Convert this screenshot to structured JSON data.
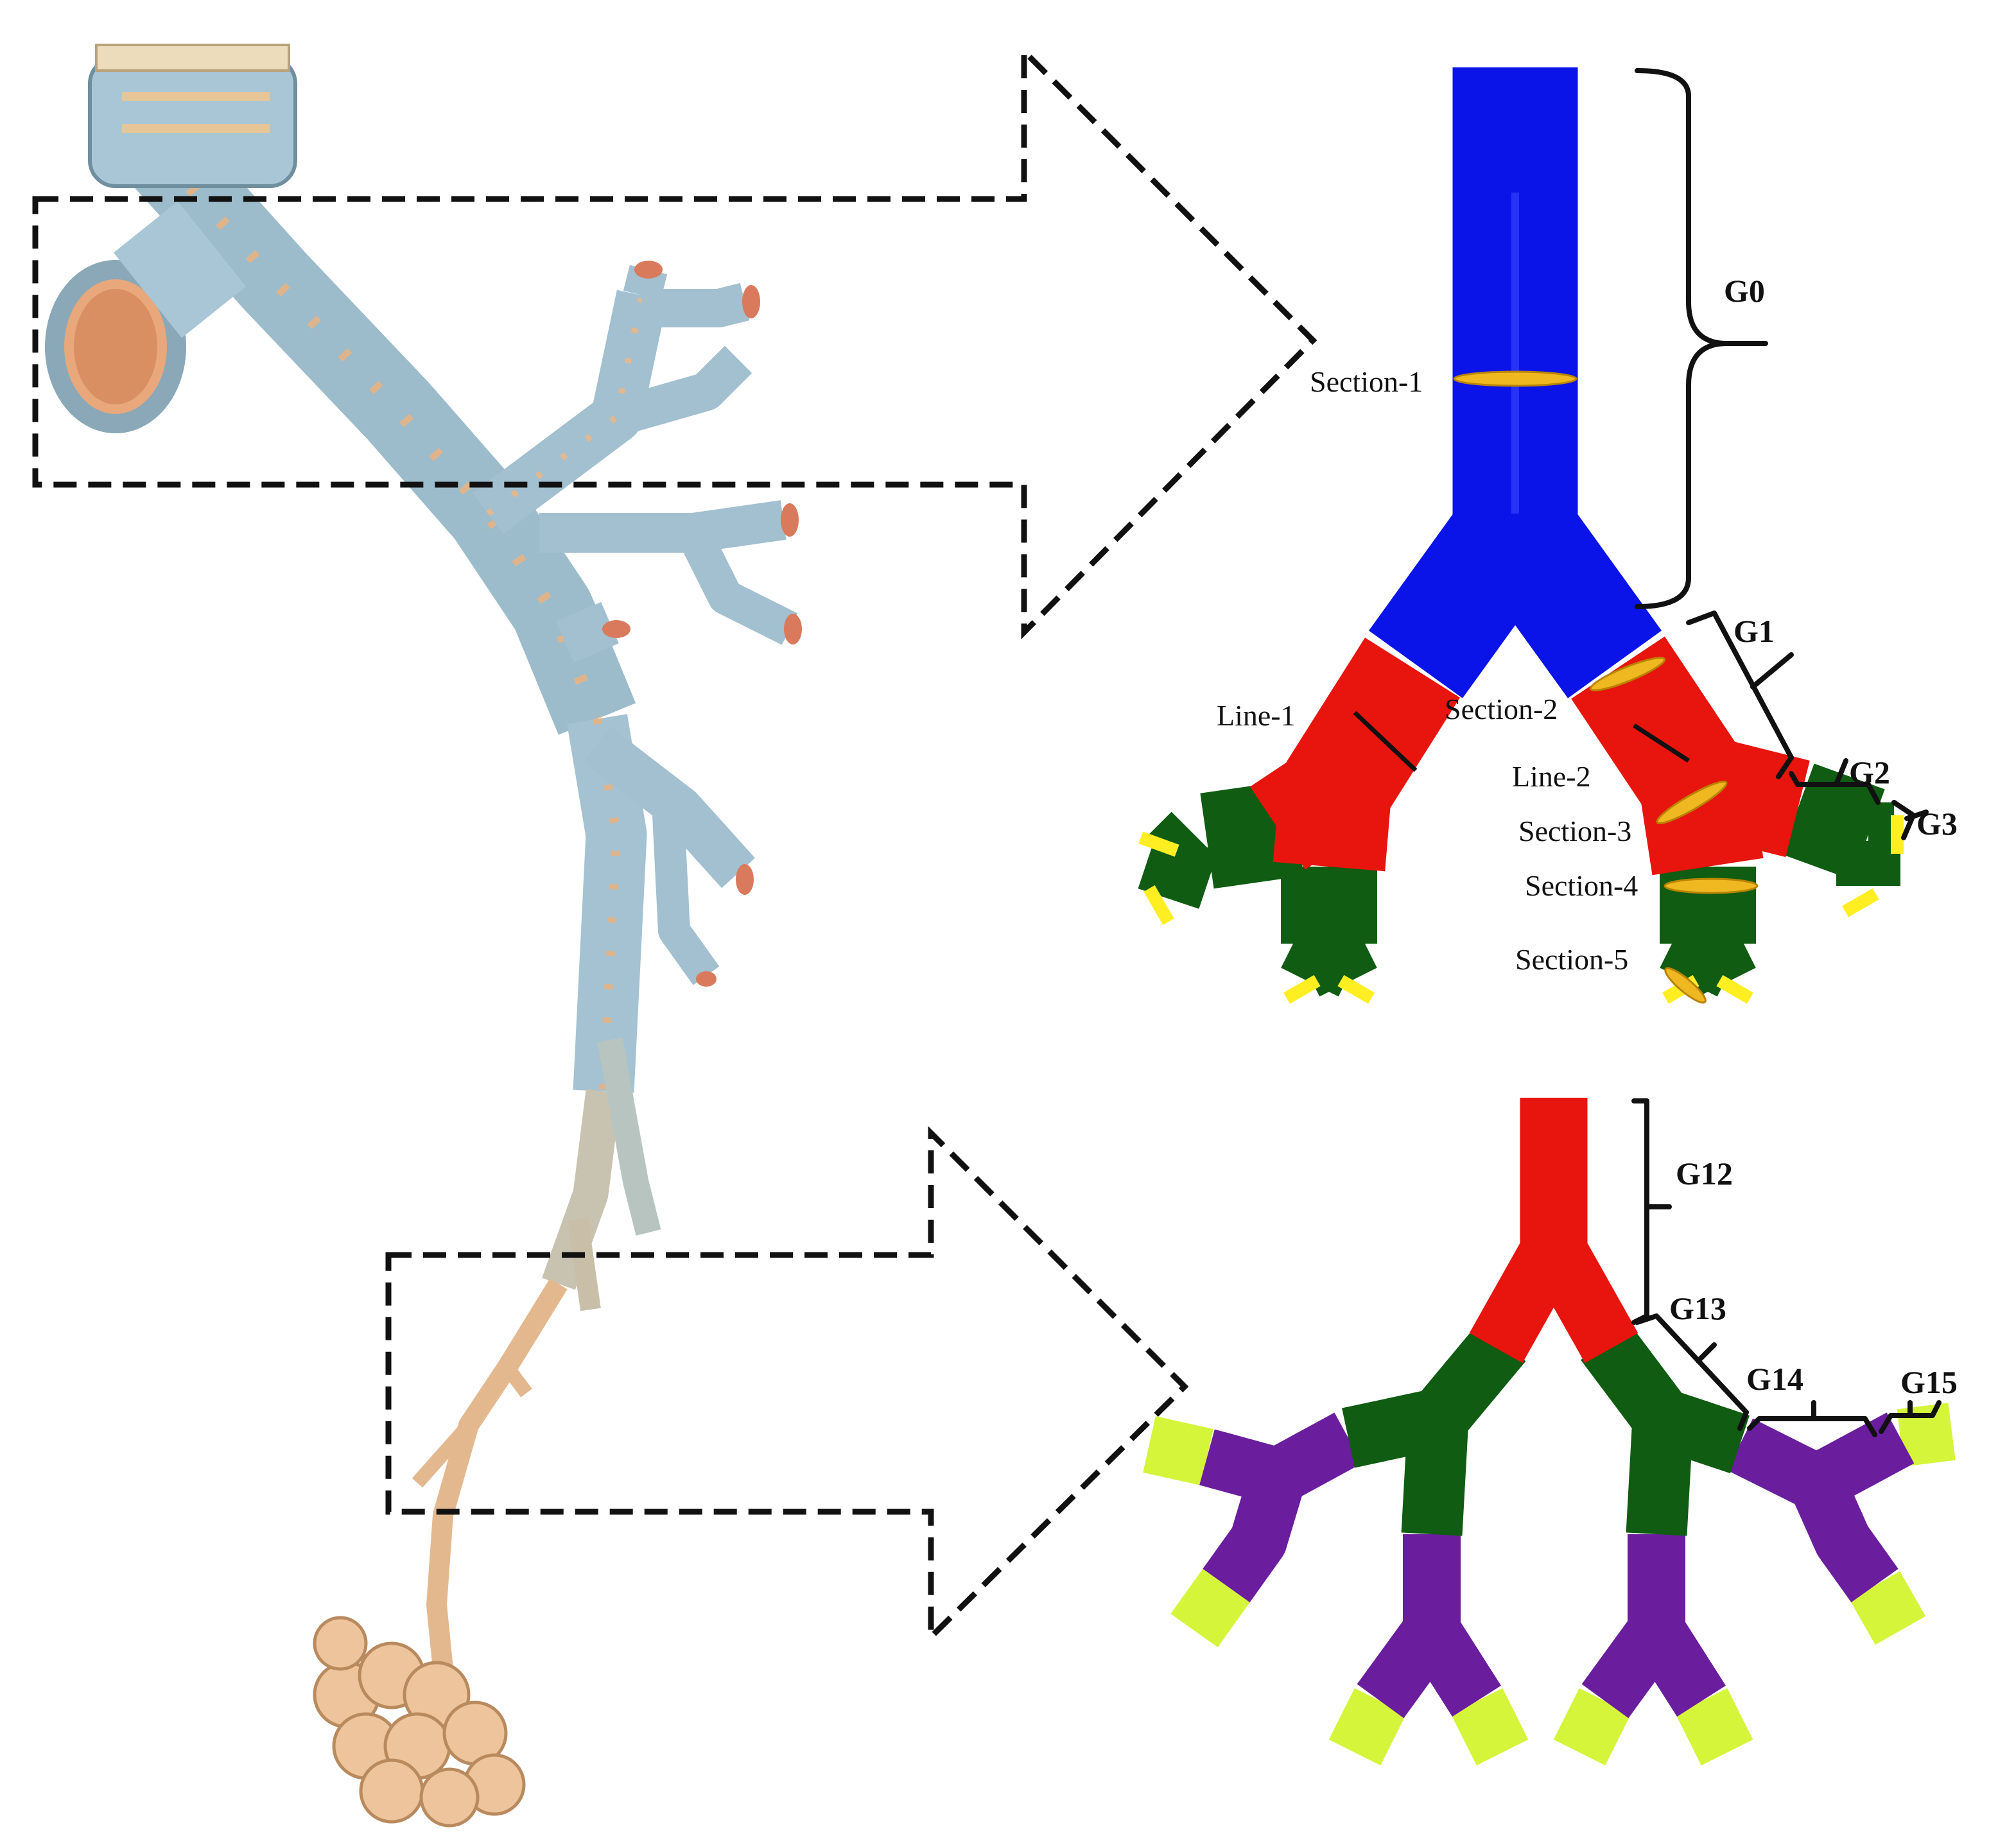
{
  "colors": {
    "generation_0": "#0a14e8",
    "generation_1_and_12": "#e8140e",
    "generation_2_and_13": "#0f5c12",
    "generation_14": "#6a1e9e",
    "generation_15_outlet": "#d4f53a",
    "outlet_yellow": "#ffee22",
    "section_marker": "#f0b820",
    "cartilage_blue": "#a9c7d6",
    "tissue_tan": "#e6b98e"
  },
  "upper_model": {
    "sections": [
      "Section-1",
      "Section-2",
      "Section-3",
      "Section-4",
      "Section-5"
    ],
    "lines": [
      "Line-1",
      "Line-2"
    ],
    "generations": [
      "G0",
      "G1",
      "G2",
      "G3"
    ]
  },
  "lower_model": {
    "generations": [
      "G12",
      "G13",
      "G14",
      "G15"
    ]
  },
  "illustration": {
    "icon": "bronchial-tree-illustration"
  },
  "arrows": {
    "icon": "dashed-block-arrow-icon"
  }
}
